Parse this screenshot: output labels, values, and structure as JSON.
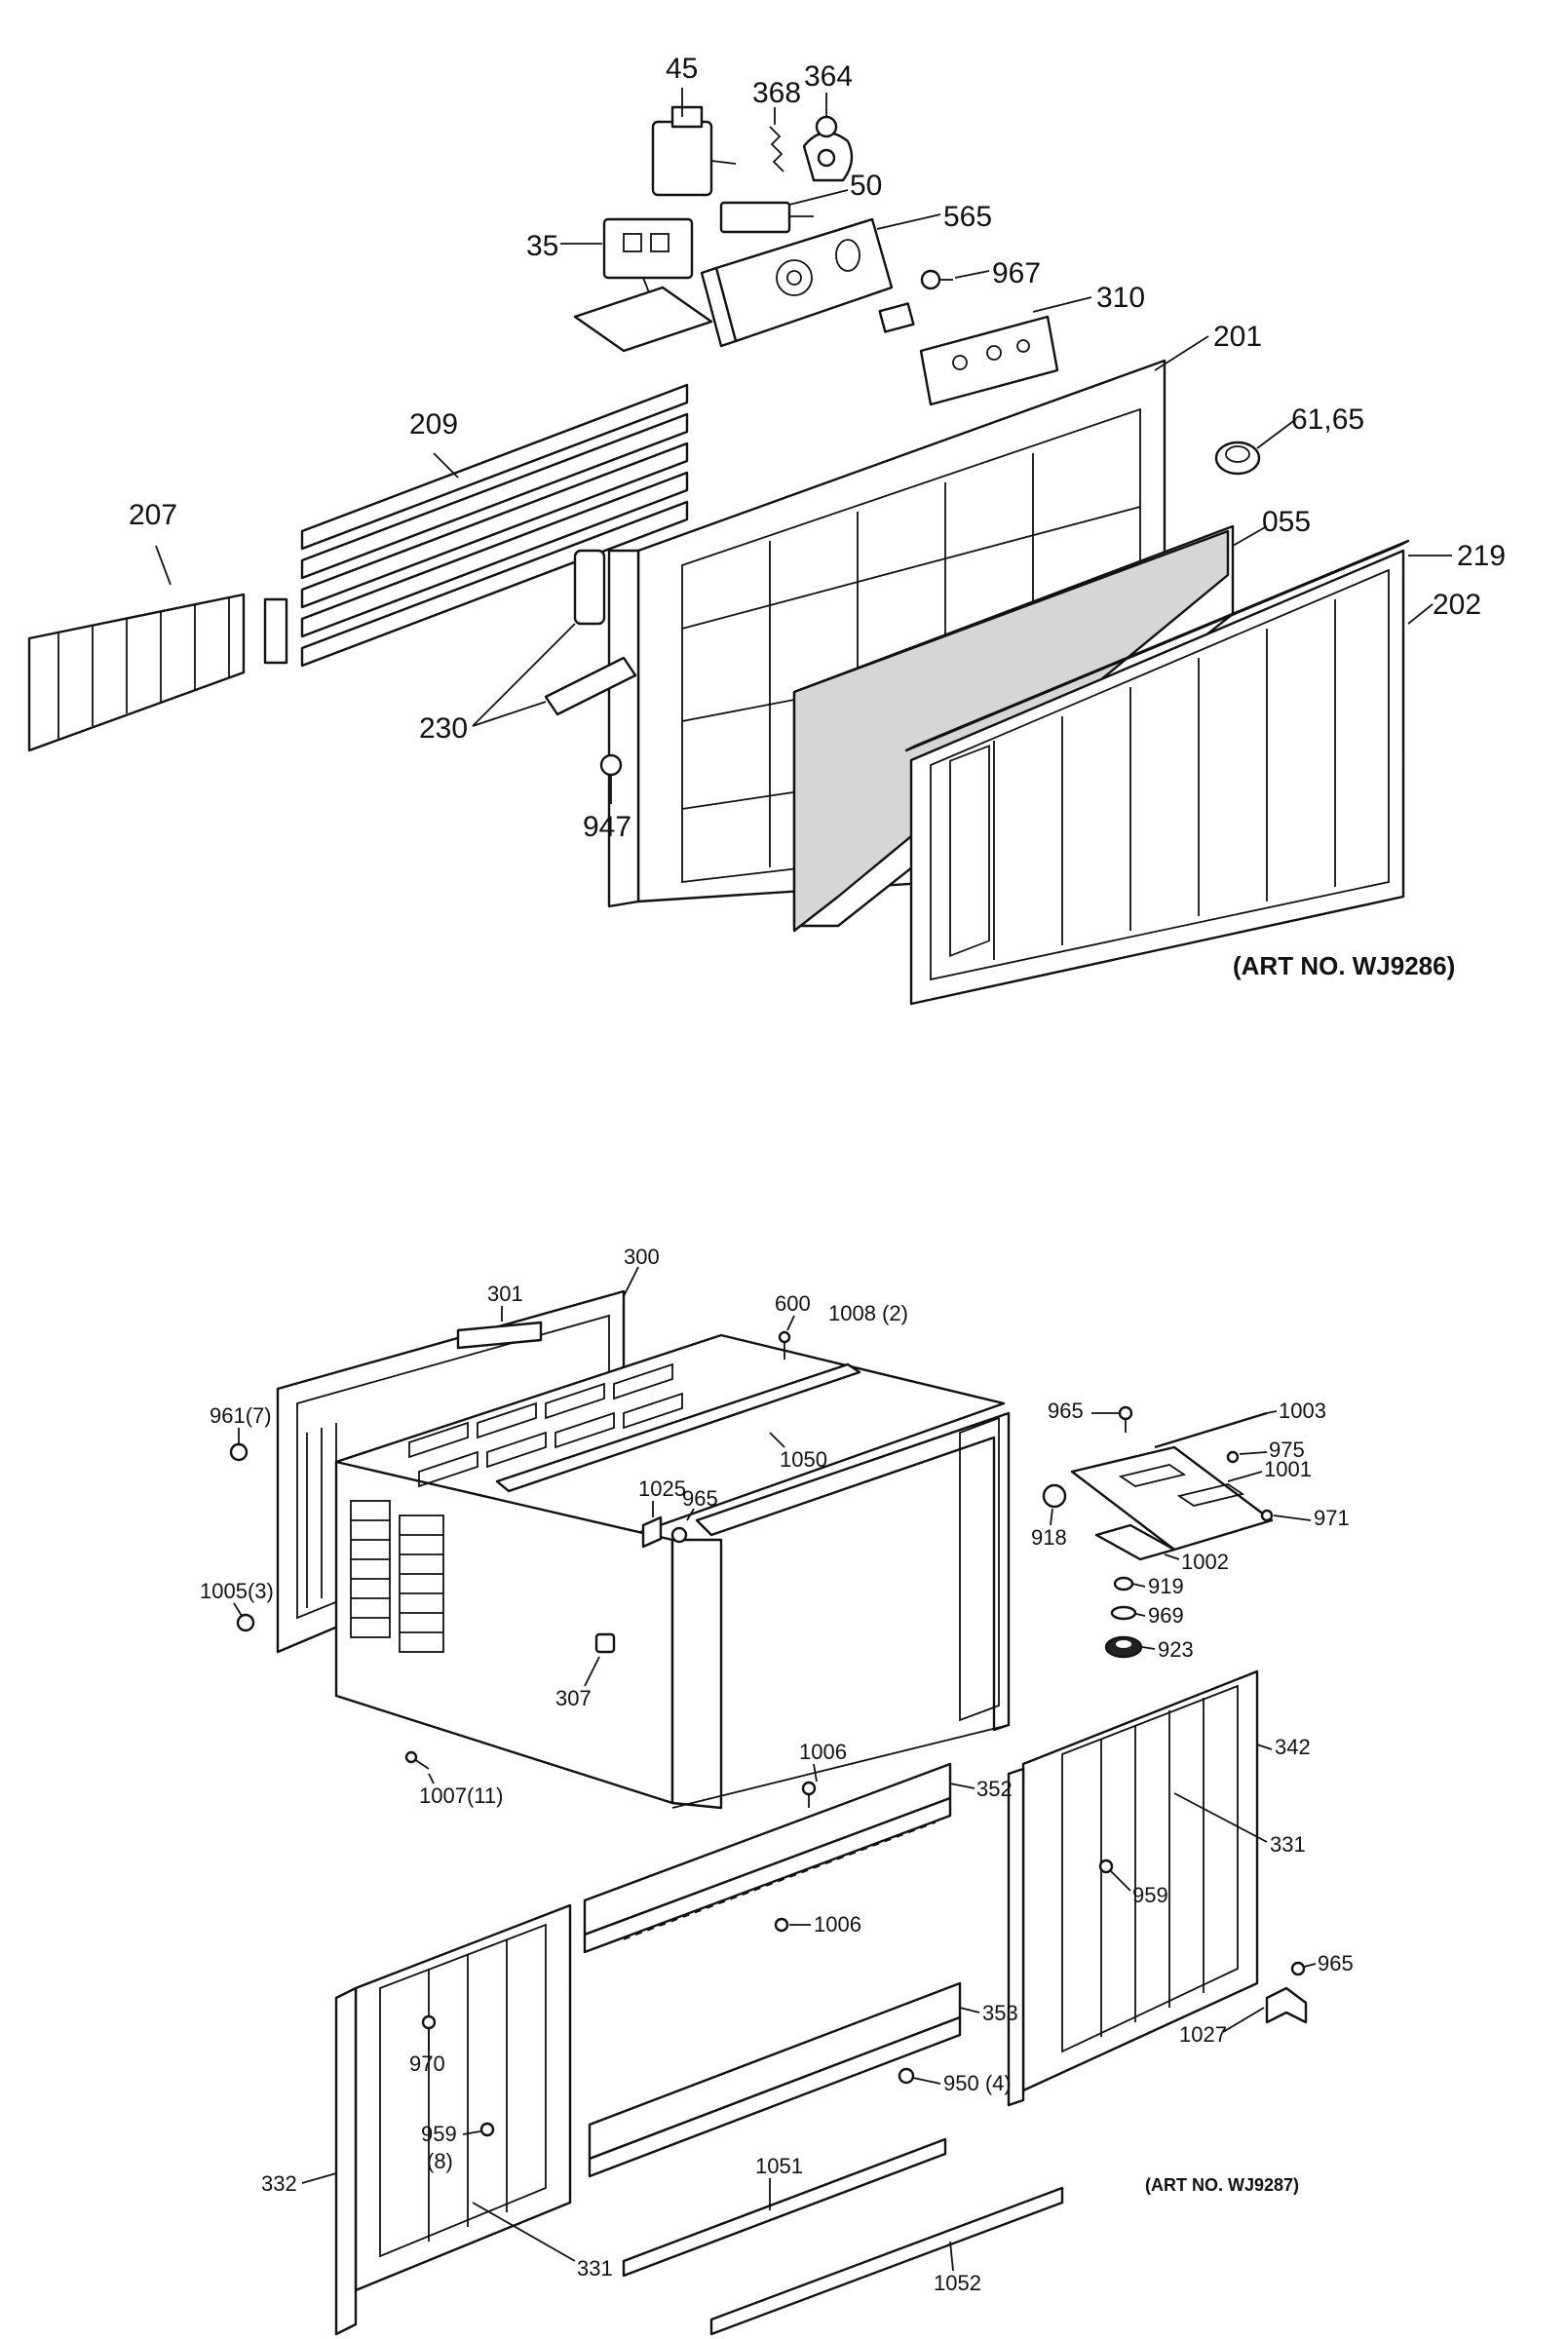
{
  "diagram1": {
    "art_no": "(ART NO. WJ9286)",
    "labels": {
      "p45": "45",
      "p368": "368",
      "p364": "364",
      "p50": "50",
      "p35": "35",
      "p565": "565",
      "p967": "967",
      "p310": "310",
      "p201": "201",
      "p6165": "61,65",
      "p209": "209",
      "p207": "207",
      "p055": "055",
      "p219": "219",
      "p202": "202",
      "p230": "230",
      "p947": "947"
    }
  },
  "diagram2": {
    "art_no": "(ART NO. WJ9287)",
    "labels": {
      "p301": "301",
      "p300": "300",
      "p600": "600",
      "p1008": "1008 (2)",
      "p961": "961(7)",
      "p1050": "1050",
      "p1025": "1025",
      "p965a": "965",
      "p1005": "1005(3)",
      "p307": "307",
      "p1007": "1007(11)",
      "p965b": "965",
      "p1003": "1003",
      "p975": "975",
      "p1001": "1001",
      "p971": "971",
      "p918": "918",
      "p1002": "1002",
      "p919": "919",
      "p969": "969",
      "p923": "923",
      "p342": "342",
      "p331a": "331",
      "p959a": "959",
      "p1006a": "1006",
      "p352": "352",
      "p1006b": "1006",
      "p965c": "965",
      "p1027": "1027",
      "p970": "970",
      "p353": "353",
      "p950": "950 (4)",
      "p959b": "959",
      "p8": "(8)",
      "p332": "332",
      "p1051": "1051",
      "p331b": "331",
      "p1052": "1052"
    }
  }
}
